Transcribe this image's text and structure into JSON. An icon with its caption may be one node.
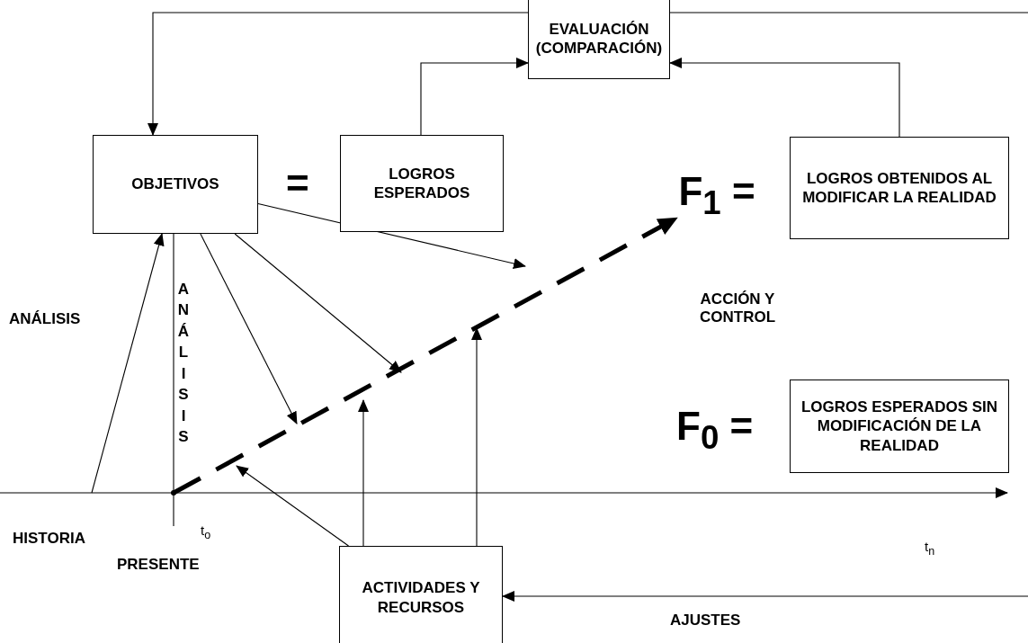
{
  "diagram": {
    "nodes": [
      {
        "text": [
          "EVALUACIÓN (COMPARACIÓN)"
        ]
      },
      {
        "text": [
          "OBJETIVOS"
        ]
      },
      {
        "text": [
          "LOGROS ESPERADOS"
        ]
      },
      {
        "text": [
          "LOGROS OBTENIDOS AL MODIFICAR LA REALIDAD"
        ]
      },
      {
        "text": [
          "F$_{1}$ ="
        ]
      },
      {
        "text": [
          "LOGROS ESPERADOS SIN MODIFICACIÓN DE LA REALIDAD"
        ],
        "beside": [
          "F$_{0}$ ="
        ]
      },
      {
        "text": [
          "ACTIVIDADES Y RECURSOS"
        ]
      }
    ],
    "edges": [
      {
        "from": 0,
        "to": 1,
        "arrow": "to"
      },
      {
        "from": 2,
        "to": 0,
        "arrow": "to"
      },
      {
        "from": 3,
        "to": 0,
        "arrow": "to"
      },
      {
        "from": 0,
        "to": null,
        "arrow": "none"
      },
      {
        "from": null,
        "to": 6,
        "arrow": "to",
        "label": "AJUSTES"
      },
      {
        "from": null,
        "to": 1,
        "arrow": "to",
        "label": "ANÁLISIS"
      },
      {
        "from": null,
        "to": 1,
        "arrow": "none",
        "label": "ANÁLISIS"
      },
      {
        "from": null,
        "to": 4,
        "arrow": "to",
        "label": "ACCIÓN Y CONTROL",
        "style": "dashed"
      },
      {
        "from": 6,
        "to": null,
        "arrow": "to"
      },
      {
        "from": 1,
        "to": null,
        "arrow": "to"
      },
      {
        "from": 6,
        "to": null,
        "arrow": "to"
      },
      {
        "from": 1,
        "to": null,
        "arrow": "to"
      },
      {
        "from": 6,
        "to": null,
        "arrow": "to"
      },
      {
        "from": 1,
        "to": null,
        "arrow": "to"
      }
    ],
    "labels": [
      "=",
      "HISTORIA",
      "t$_{o}$",
      "PRESENTE",
      "t$_{n}$"
    ]
  }
}
